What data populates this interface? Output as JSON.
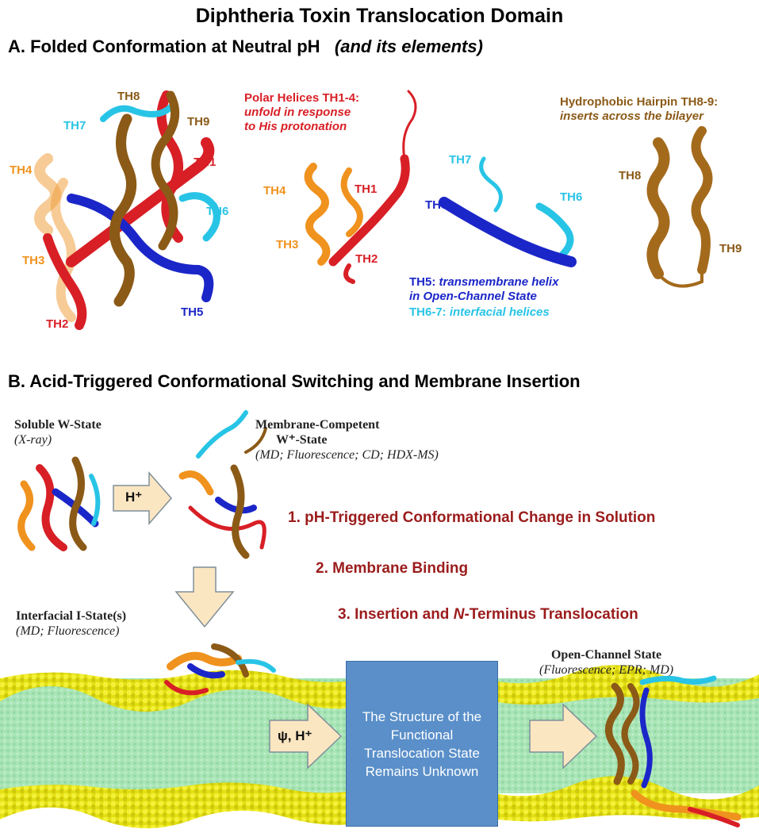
{
  "title": "Diphtheria Toxin Translocation Domain",
  "section_a": {
    "heading": "A. Folded Conformation at Neutral pH",
    "heading_italic": "(and its elements)",
    "labels": {
      "th1": "TH1",
      "th2": "TH2",
      "th3": "TH3",
      "th4": "TH4",
      "th5": "TH5",
      "th6": "TH6",
      "th7": "TH7",
      "th8": "TH8",
      "th9": "TH9"
    },
    "polar": {
      "title": "Polar Helices TH1-4:",
      "line1": "unfold in response",
      "line2": "to His protonation"
    },
    "hairpin": {
      "title": "Hydrophobic Hairpin TH8-9:",
      "line1": "inserts across the bilayer"
    },
    "th5_note": {
      "prefix": "TH5:",
      "text1": "transmembrane helix",
      "text2": "in Open-Channel State"
    },
    "th67_note": {
      "prefix": "TH6-7:",
      "text": "interfacial helices"
    }
  },
  "section_b": {
    "heading": "B. Acid-Triggered Conformational Switching and Membrane Insertion",
    "w_state": {
      "name": "Soluble W-State",
      "methods": "(X-ray)"
    },
    "wplus_state": {
      "name1": "Membrane-Competent",
      "name2": "W⁺-State",
      "methods": "(MD; Fluorescence; CD; HDX-MS)"
    },
    "i_state": {
      "name": "Interfacial I-State(s)",
      "methods": "(MD; Fluorescence)"
    },
    "open_state": {
      "name": "Open-Channel State",
      "methods": "(Fluorescence; EPR; MD)"
    },
    "step1": "1. pH-Triggered Conformational Change in Solution",
    "step2": "2. Membrane Binding",
    "step3_a": "3. Insertion and ",
    "step3_b": "N",
    "step3_c": "-Terminus Translocation",
    "arrow_h": "H⁺",
    "arrow_psi": "ψ, H⁺",
    "unknown_box": "The Structure of the Functional Translocation State Remains Unknown"
  },
  "colors": {
    "red": "#d81f26",
    "orange": "#f0921e",
    "blue": "#1b26c8",
    "cyan": "#28c4e6",
    "brown": "#8b5a17",
    "lipid_head": "#e6e21c",
    "lipid_tail": "#a8e6b4",
    "step_text": "#9b1c1c"
  }
}
